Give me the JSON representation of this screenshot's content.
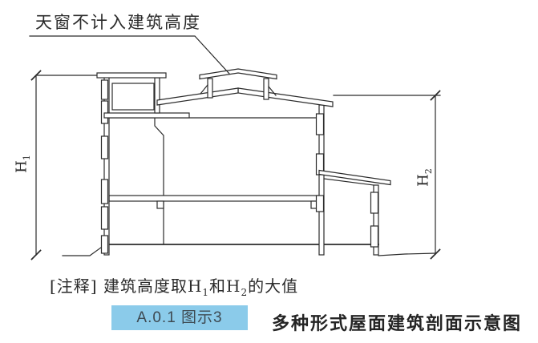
{
  "colors": {
    "line": "#2b2b2b",
    "tag_bg": "#8bcbea",
    "tag_text": "#3e4a52",
    "background": "#ffffff"
  },
  "callout": {
    "text": "天窗不计入建筑高度"
  },
  "dimensions": {
    "h1": {
      "base": "H",
      "sub": "1"
    },
    "h2": {
      "base": "H",
      "sub": "2"
    }
  },
  "note": {
    "p1": "[注释] 建筑高度取H",
    "sub1": "1",
    "p2": "和H",
    "sub2": "2",
    "p3": "的大值"
  },
  "footer": {
    "tag": "A.0.1 图示3",
    "title": "多种形式屋面建筑剖面示意图"
  }
}
